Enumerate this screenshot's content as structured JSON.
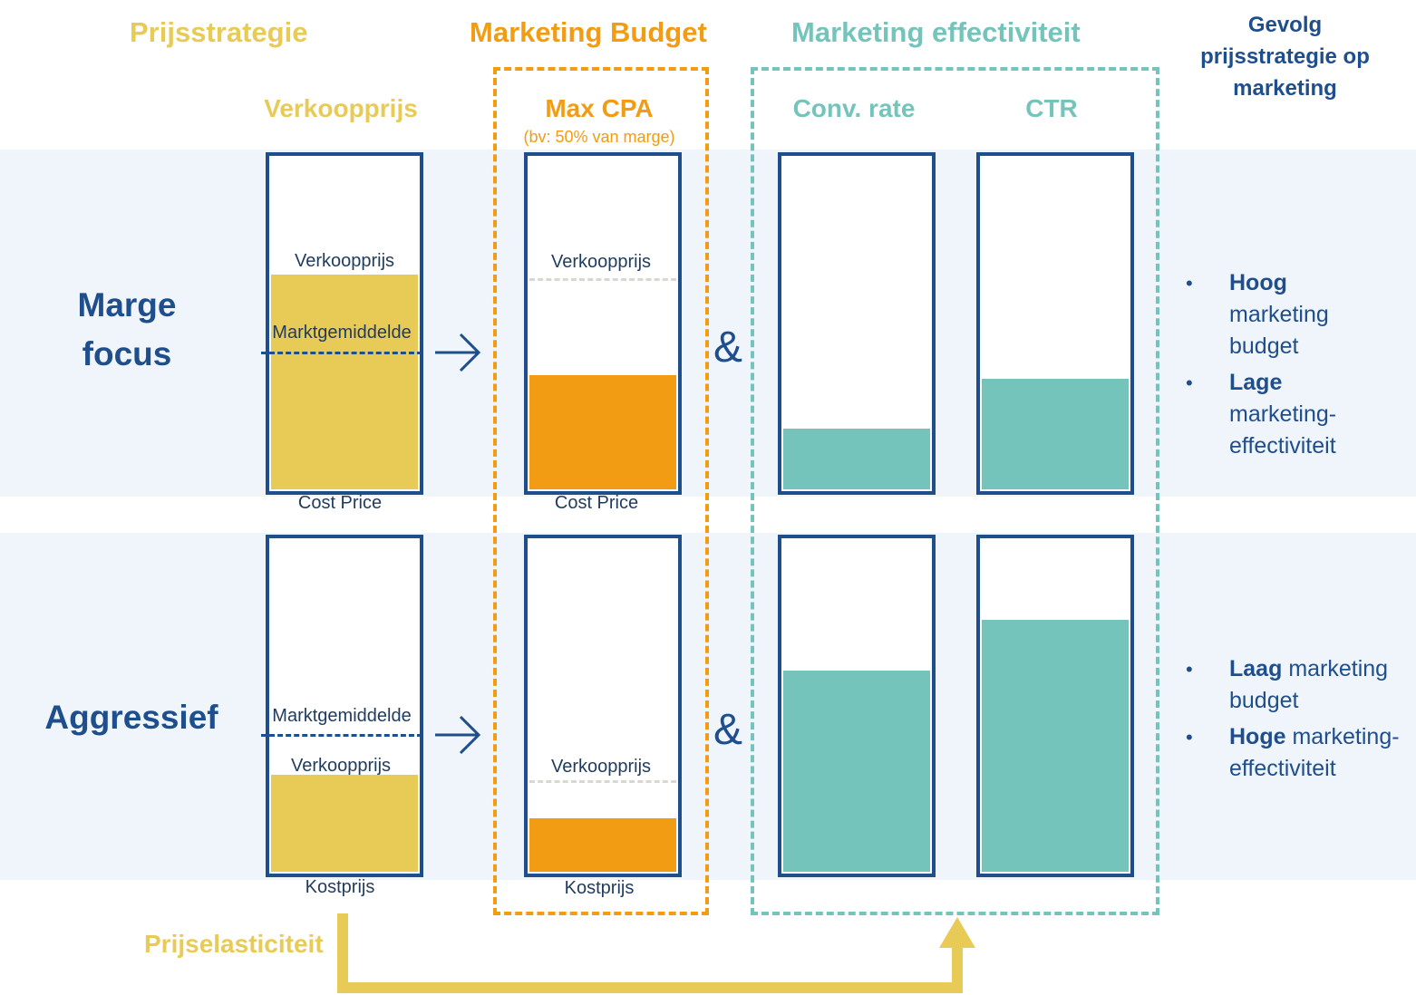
{
  "headers": {
    "prijsstrategie": "Prijsstrategie",
    "marketing_budget": "Marketing Budget",
    "marketing_effectiviteit": "Marketing effectiviteit",
    "gevolg": "Gevolg prijsstrategie op marketing"
  },
  "subheaders": {
    "verkoopprijs": "Verkoopprijs",
    "max_cpa": "Max CPA",
    "max_cpa_note": "(bv: 50% van marge)",
    "conv_rate": "Conv. rate",
    "ctr": "CTR"
  },
  "rows": [
    {
      "title": "Marge focus",
      "price_labels": {
        "top": "Verkoopprijs",
        "market": "Marktgemiddelde",
        "bottom": "Cost Price"
      },
      "cpa_labels": {
        "top": "Verkoopprijs",
        "bottom": "Cost Price"
      },
      "levels": {
        "verkoopprijs": 0.64,
        "marktgemiddelde": 0.42,
        "max_cpa": 0.34,
        "conv_rate": 0.18,
        "ctr": 0.33
      },
      "ampersand": "&",
      "bullets": [
        {
          "bold": "Hoog",
          "rest": "marketing budget"
        },
        {
          "bold": "Lage",
          "rest": "marketing-effectiviteit"
        }
      ]
    },
    {
      "title": "Aggressief",
      "price_labels": {
        "top": "Verkoopprijs",
        "market": "Marktgemiddelde",
        "bottom": "Kostprijs"
      },
      "cpa_labels": {
        "top": "Verkoopprijs",
        "bottom": "Kostprijs"
      },
      "levels": {
        "verkoopprijs": 0.29,
        "marktgemiddelde": 0.42,
        "max_cpa": 0.16,
        "conv_rate": 0.6,
        "ctr": 0.75
      },
      "ampersand": "&",
      "bullets": [
        {
          "bold": "Laag",
          "rest": "marketing budget"
        },
        {
          "bold": "Hoge",
          "rest": "marketing-effectiviteit"
        }
      ]
    }
  ],
  "footer": {
    "prijselasticiteit": "Prijselasticiteit"
  },
  "colors": {
    "navy": "#1f4e8c",
    "yellow": "#e8ca57",
    "orange": "#f29c14",
    "teal": "#74c4bb",
    "band": "#f0f5fc",
    "dash_grey": "#d8d8d0"
  }
}
